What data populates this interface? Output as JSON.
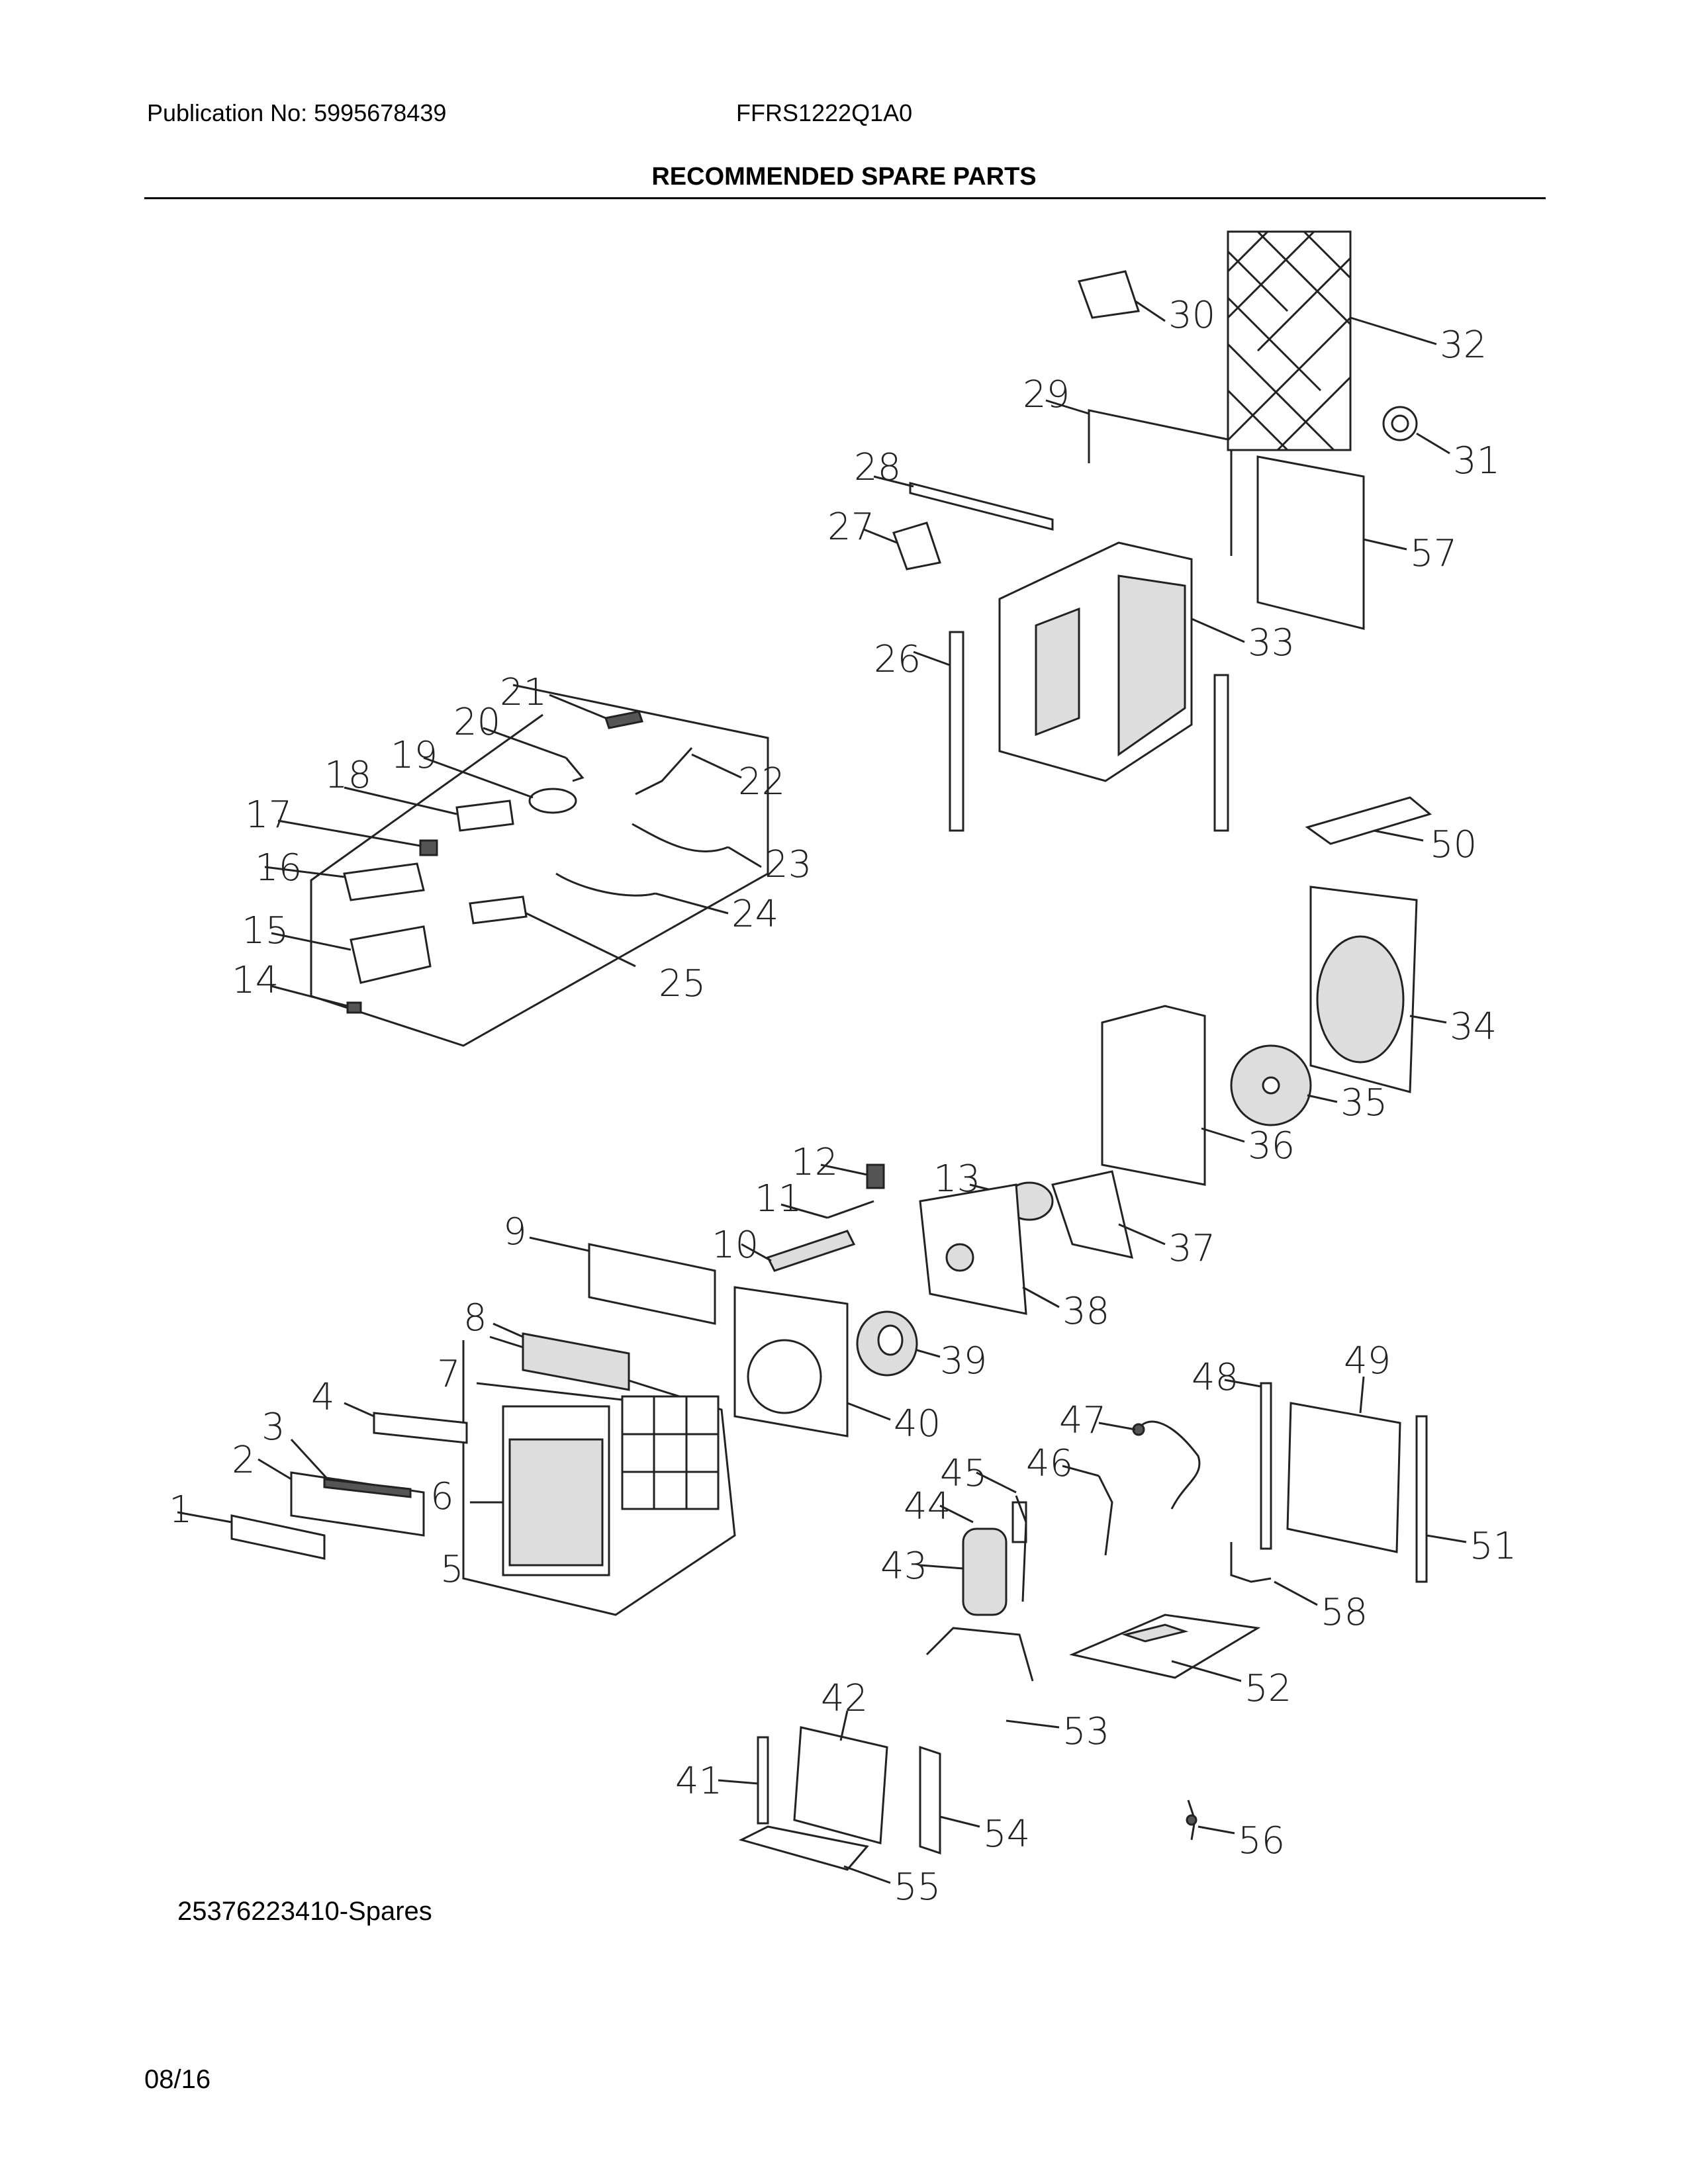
{
  "header": {
    "publication": "Publication No: 5995678439",
    "model": "FFRS1222Q1A0",
    "title": "RECOMMENDED SPARE PARTS"
  },
  "footer": {
    "spares_code": "25376223410-Spares",
    "date": "08/16"
  },
  "callouts": [
    "1",
    "2",
    "3",
    "4",
    "5",
    "6",
    "7",
    "8",
    "9",
    "10",
    "11",
    "12",
    "13",
    "14",
    "15",
    "16",
    "17",
    "18",
    "19",
    "20",
    "21",
    "22",
    "23",
    "24",
    "25",
    "26",
    "27",
    "28",
    "29",
    "30",
    "31",
    "32",
    "33",
    "34",
    "35",
    "36",
    "37",
    "38",
    "39",
    "40",
    "41",
    "42",
    "43",
    "44",
    "45",
    "46",
    "47",
    "48",
    "49",
    "50",
    "51",
    "52",
    "53",
    "54",
    "55",
    "56",
    "57",
    "58"
  ]
}
